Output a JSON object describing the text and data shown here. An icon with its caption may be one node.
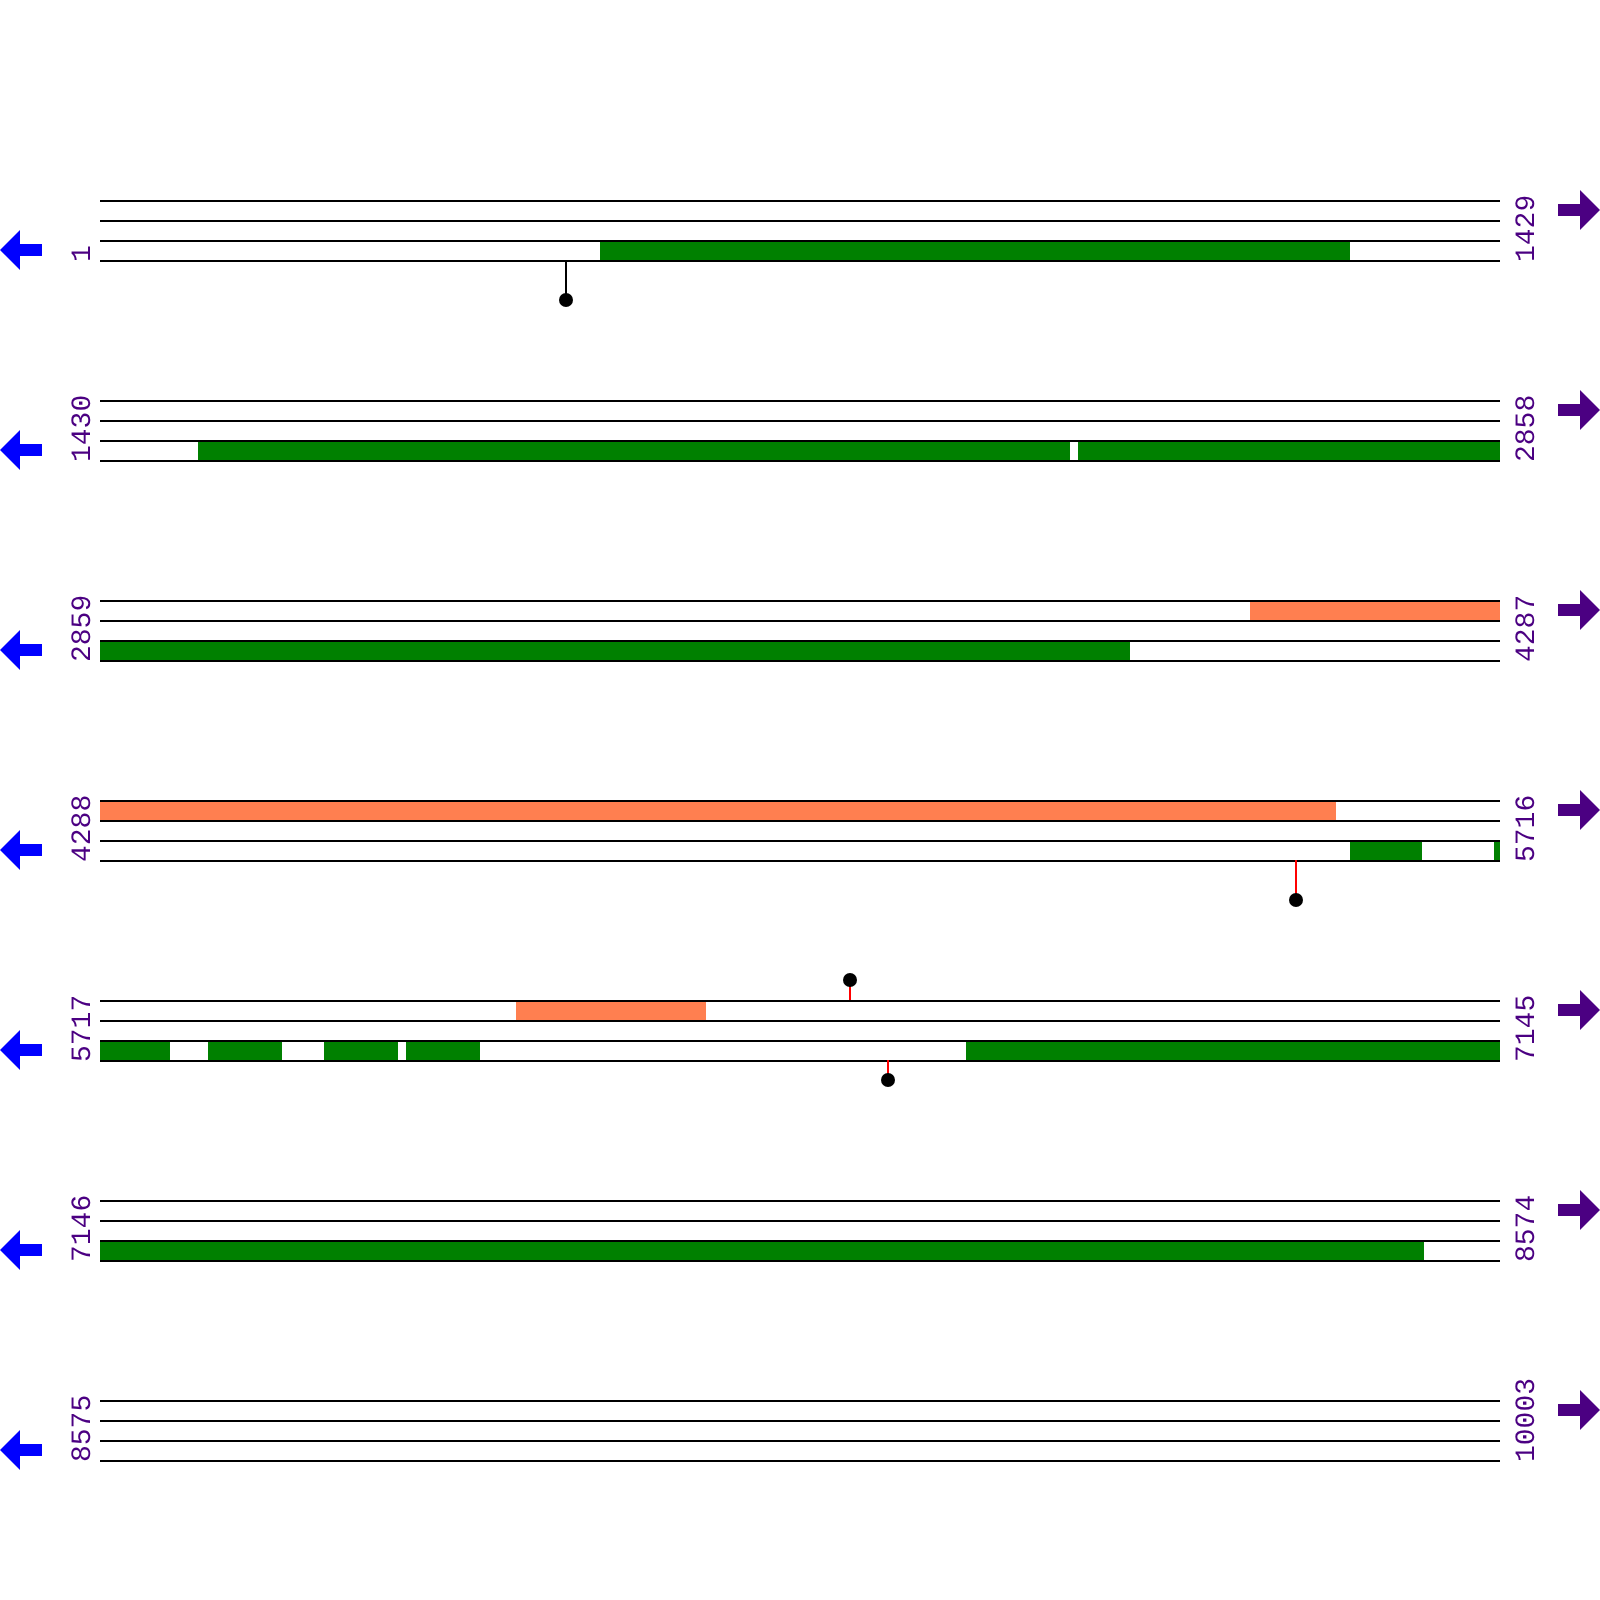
{
  "diagram": {
    "labels": [
      "1",
      "1429",
      "1430",
      "2858",
      "2859",
      "4287",
      "4288",
      "5716",
      "5717",
      "7145",
      "7146",
      "8574",
      "8575",
      "10003"
    ]
  }
}
